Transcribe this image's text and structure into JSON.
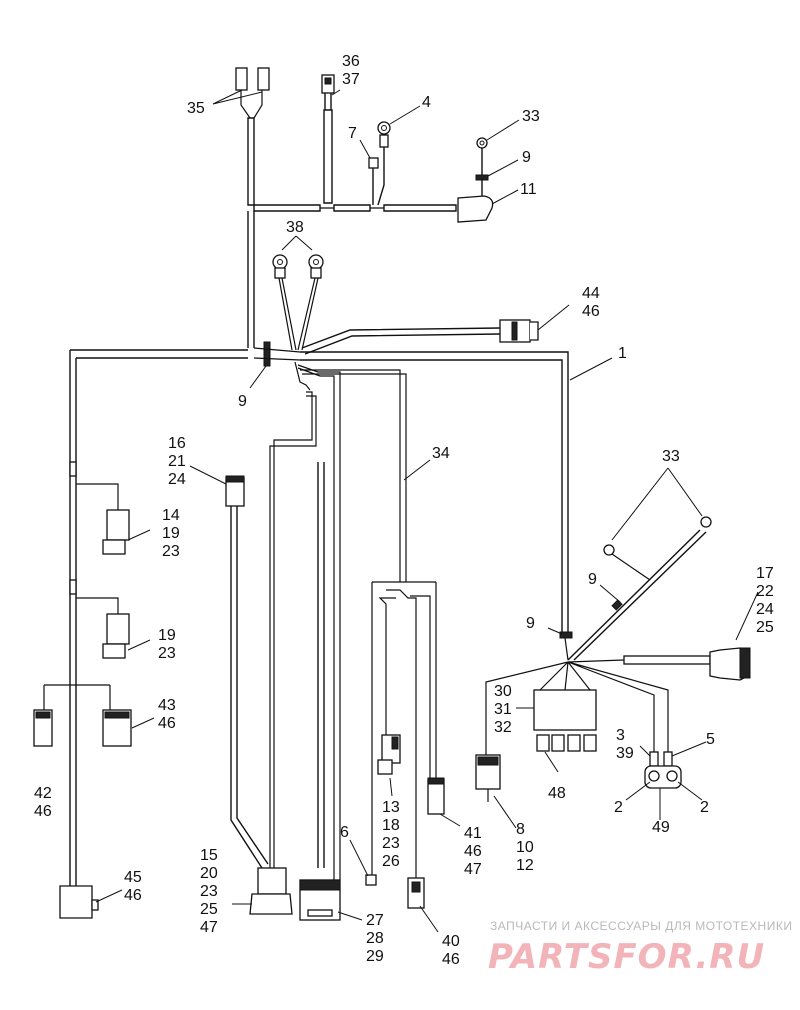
{
  "callouts": [
    {
      "id": "c35",
      "lines": [
        "35"
      ]
    },
    {
      "id": "c36",
      "lines": [
        "36",
        "37"
      ]
    },
    {
      "id": "c4",
      "lines": [
        "4"
      ]
    },
    {
      "id": "c33a",
      "lines": [
        "33"
      ]
    },
    {
      "id": "c7",
      "lines": [
        "7"
      ]
    },
    {
      "id": "c9a",
      "lines": [
        "9"
      ]
    },
    {
      "id": "c11",
      "lines": [
        "11"
      ]
    },
    {
      "id": "c38",
      "lines": [
        "38"
      ]
    },
    {
      "id": "c44",
      "lines": [
        "44",
        "46"
      ]
    },
    {
      "id": "c1",
      "lines": [
        "1"
      ]
    },
    {
      "id": "c9b",
      "lines": [
        "9"
      ]
    },
    {
      "id": "c16",
      "lines": [
        "16",
        "21",
        "24"
      ]
    },
    {
      "id": "c34",
      "lines": [
        "34"
      ]
    },
    {
      "id": "c33b",
      "lines": [
        "33"
      ]
    },
    {
      "id": "c14",
      "lines": [
        "14",
        "19",
        "23"
      ]
    },
    {
      "id": "c17",
      "lines": [
        "17",
        "22",
        "24",
        "25"
      ]
    },
    {
      "id": "c9c",
      "lines": [
        "9"
      ]
    },
    {
      "id": "c9d",
      "lines": [
        "9"
      ]
    },
    {
      "id": "c19",
      "lines": [
        "19",
        "23"
      ]
    },
    {
      "id": "c30",
      "lines": [
        "30",
        "31",
        "32"
      ]
    },
    {
      "id": "c43",
      "lines": [
        "43",
        "46"
      ]
    },
    {
      "id": "c3",
      "lines": [
        "3",
        "39"
      ]
    },
    {
      "id": "c5",
      "lines": [
        "5"
      ]
    },
    {
      "id": "c48",
      "lines": [
        "48"
      ]
    },
    {
      "id": "c42",
      "lines": [
        "42",
        "46"
      ]
    },
    {
      "id": "c2a",
      "lines": [
        "2"
      ]
    },
    {
      "id": "c2b",
      "lines": [
        "2"
      ]
    },
    {
      "id": "c13",
      "lines": [
        "13",
        "18",
        "23",
        "26"
      ]
    },
    {
      "id": "c41",
      "lines": [
        "41",
        "46",
        "47"
      ]
    },
    {
      "id": "c49",
      "lines": [
        "49"
      ]
    },
    {
      "id": "c8",
      "lines": [
        "8",
        "10",
        "12"
      ]
    },
    {
      "id": "c6",
      "lines": [
        "6"
      ]
    },
    {
      "id": "c15",
      "lines": [
        "15",
        "20",
        "23",
        "25",
        "47"
      ]
    },
    {
      "id": "c45",
      "lines": [
        "45",
        "46"
      ]
    },
    {
      "id": "c27",
      "lines": [
        "27",
        "28",
        "29"
      ]
    },
    {
      "id": "c40",
      "lines": [
        "40",
        "46"
      ]
    }
  ],
  "watermark": {
    "caption": "ЗАПЧАСТИ И АКСЕССУАРЫ ДЛЯ МОТОТЕХНИКИ",
    "logo": "PARTSFOR.RU"
  }
}
